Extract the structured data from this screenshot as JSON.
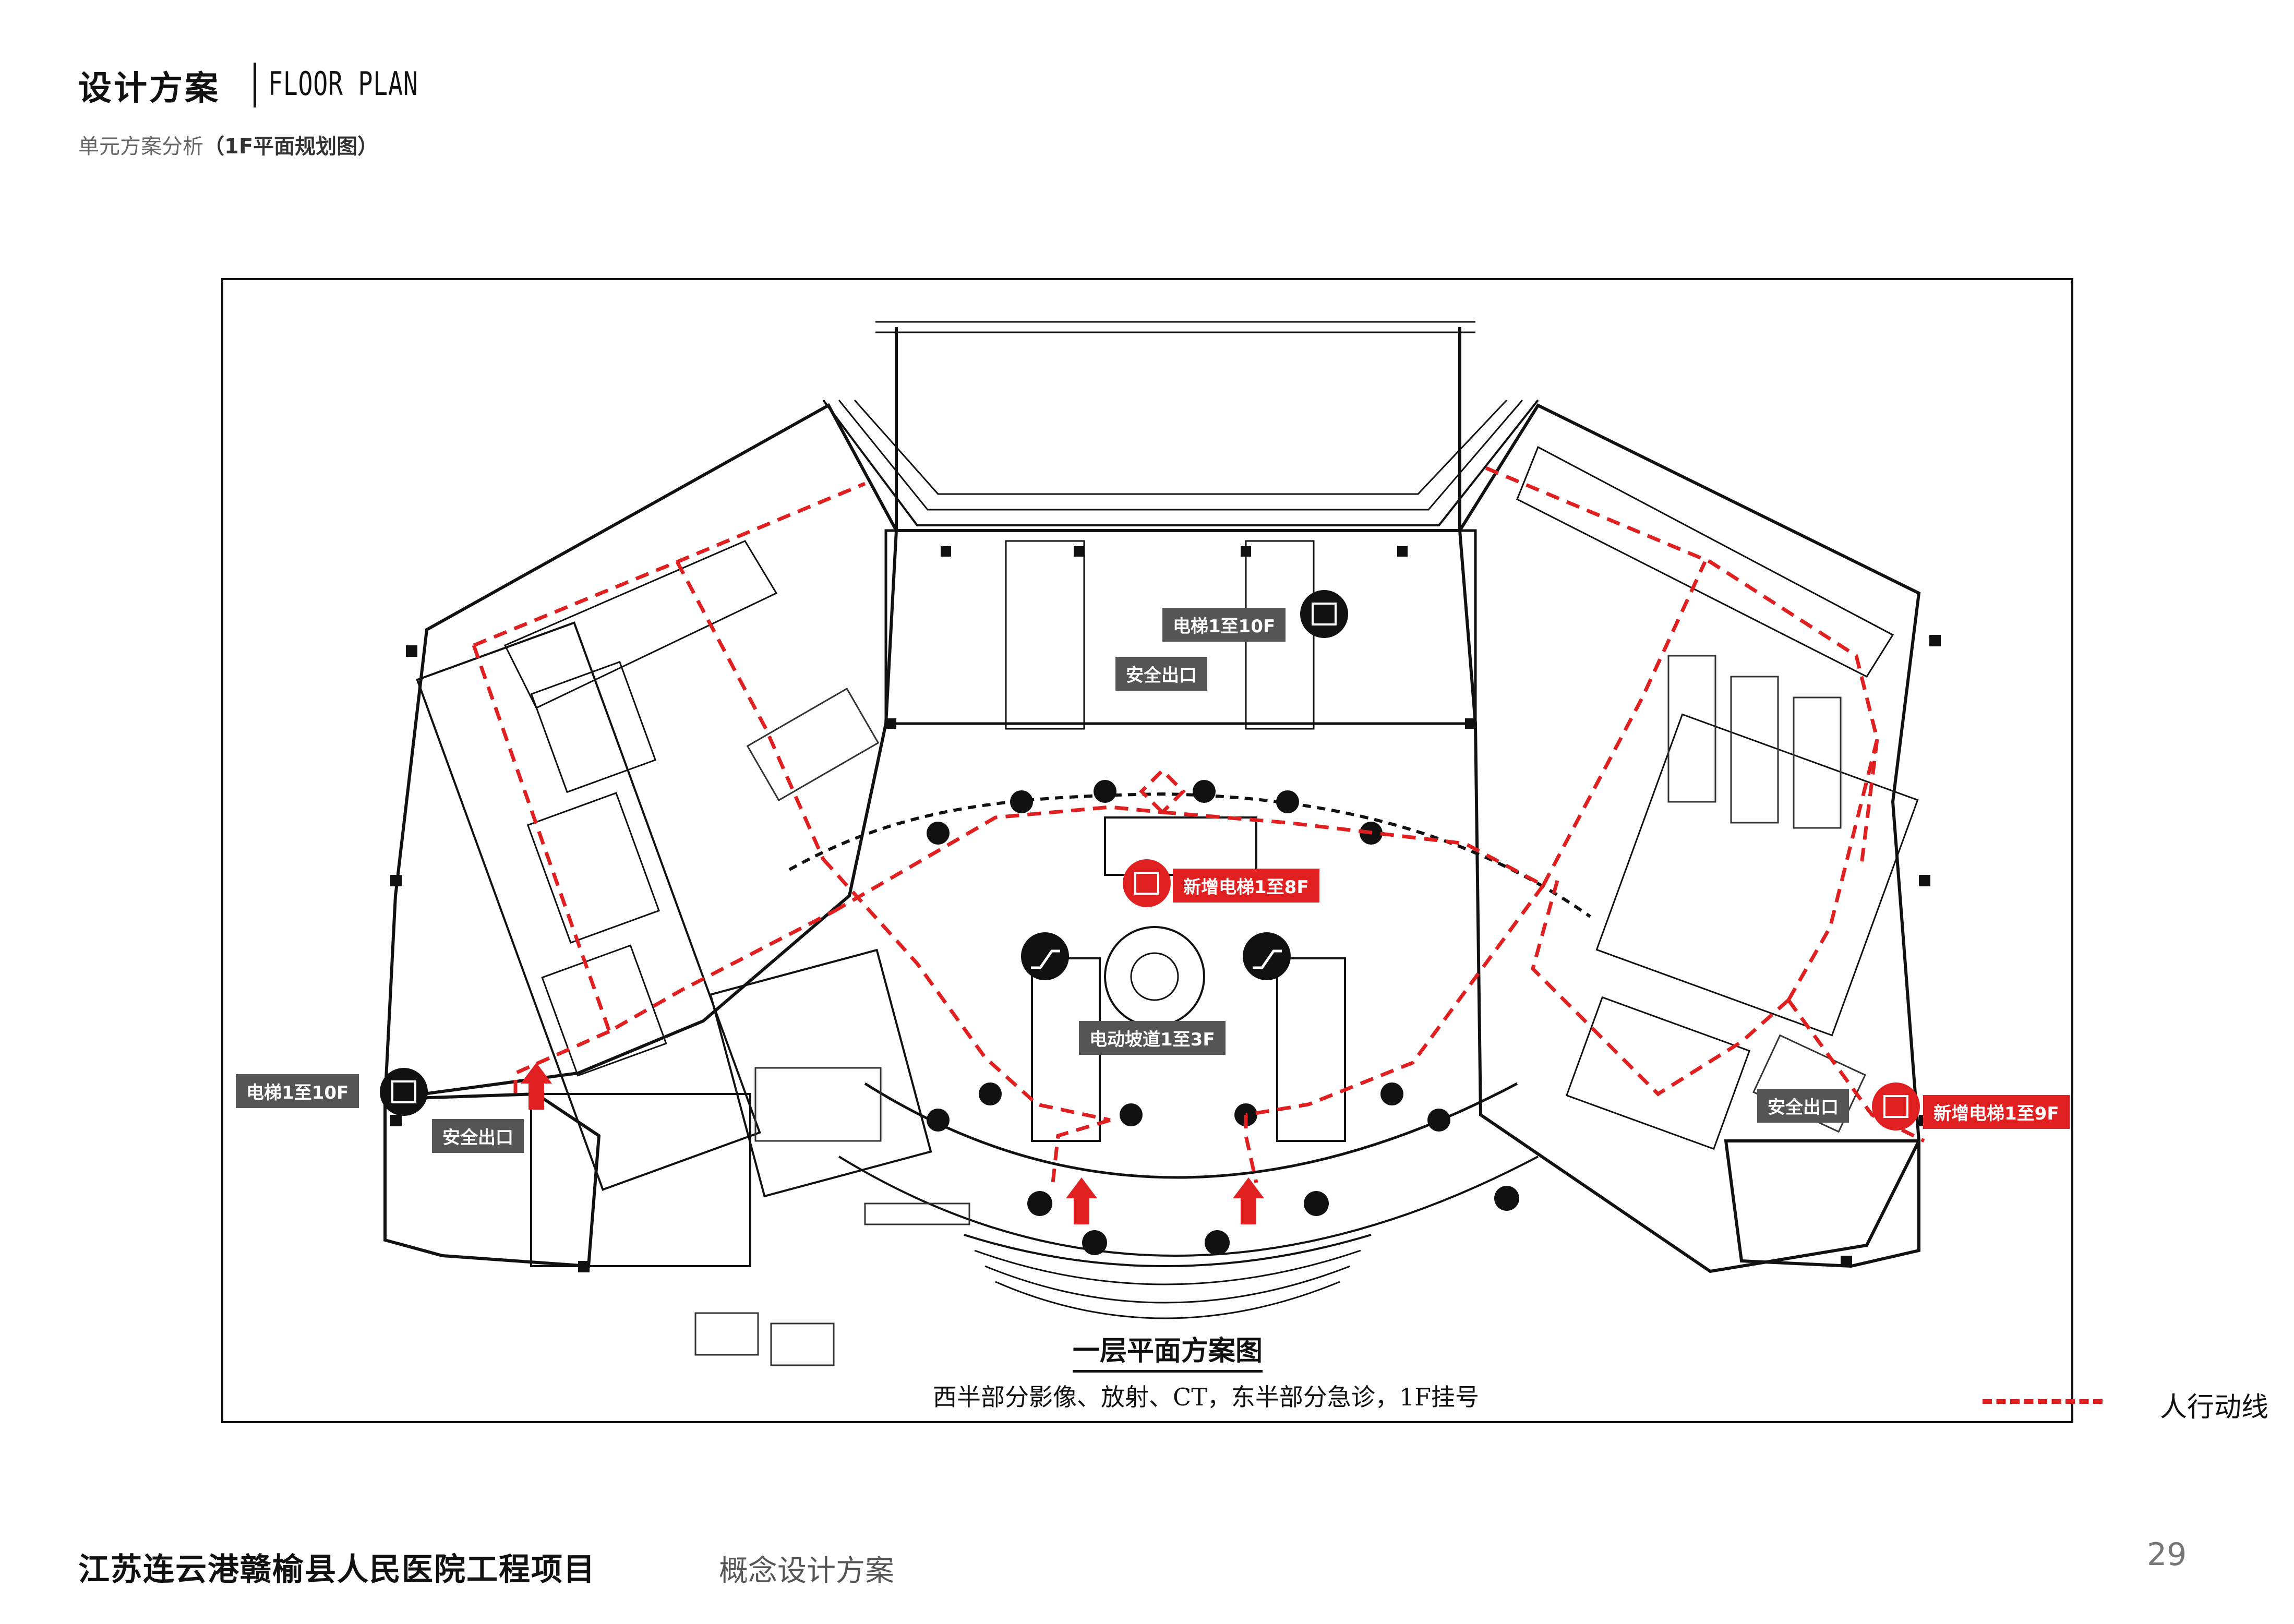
{
  "header": {
    "title": "设计方案",
    "title_en": "FLOOR PLAN",
    "subtitle_prefix": "单元方案分析",
    "subtitle_bold": "（1F平面规划图）"
  },
  "plan": {
    "caption": "一层平面方案图",
    "description": "西半部分影像、放射、CT，东半部分急诊，1F挂号",
    "labels": {
      "elevator_top": "电梯1至10F",
      "exit_top": "安全出口",
      "new_elevator_center": "新增电梯1至8F",
      "ramp": "电动坡道1至3F",
      "elevator_left": "电梯1至10F",
      "exit_left": "安全出口",
      "exit_right": "安全出口",
      "new_elevator_right": "新增电梯1至9F"
    },
    "colors": {
      "flow": "#e02020",
      "dark_tag": "#555555",
      "line": "#111111"
    }
  },
  "legend": {
    "label": "人行动线"
  },
  "footer": {
    "project": "江苏连云港赣榆县人民医院工程项目",
    "document": "概念设计方案",
    "page": "29"
  }
}
